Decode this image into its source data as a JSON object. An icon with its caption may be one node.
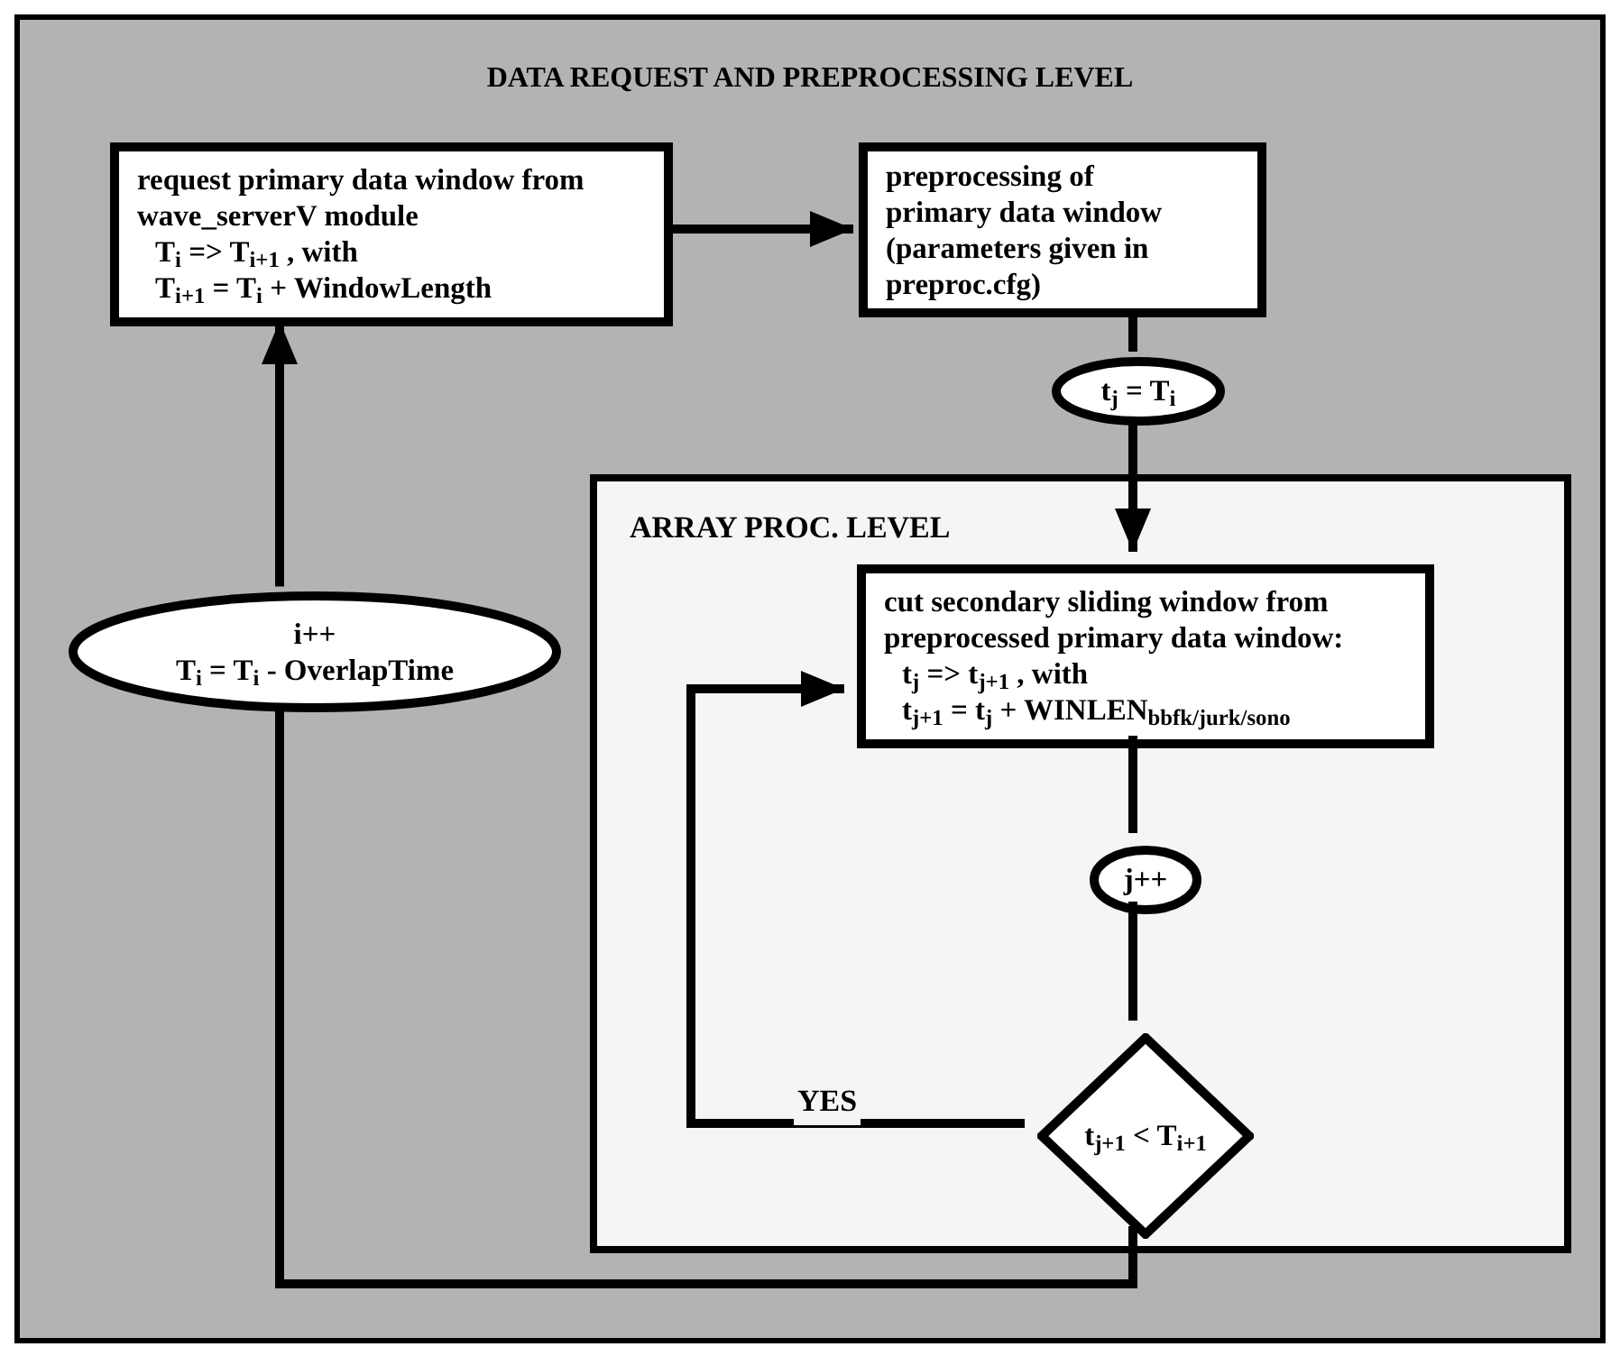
{
  "diagram": {
    "nodes": [
      {
        "text": [
          "DATA REQUEST AND PREPROCESSING LEVEL"
        ]
      },
      {
        "text": [
          "request primary data window from wave_serverV module",
          "T$_{i}$ => T$_{i+1}$ , with",
          "T$_{i+1}$ = T$_{i}$ + WindowLength"
        ],
        "in": 0
      },
      {
        "text": [
          "preprocessing of primary data window (parameters given in preproc.cfg)"
        ],
        "in": 0
      },
      {
        "text": [
          "t$_{j}$ = T$_{i}$"
        ],
        "in": 0
      },
      {
        "text": [
          "ARRAY PROC. LEVEL"
        ],
        "in": 0
      },
      {
        "text": [
          "cut secondary sliding window from preprocessed primary data window:",
          "t$_{j}$ => t$_{j+1}$ , with",
          "t$_{j+1}$ = t$_{j}$ + WINLEN$_{bbfk/jurk/sono}$"
        ],
        "in": 4
      },
      {
        "text": [
          "j++"
        ],
        "in": 4
      },
      {
        "text": [
          "t$_{j+1}$ < T$_{i+1}$"
        ],
        "in": 4
      },
      {
        "text": [
          "i++",
          "T$_{i}$ = T$_{i}$ - OverlapTime"
        ],
        "in": 0
      }
    ],
    "edges": [
      {
        "from": 1,
        "to": 2,
        "arrow": "to"
      },
      {
        "from": 2,
        "to": 3,
        "arrow": "none"
      },
      {
        "from": 3,
        "to": 5,
        "arrow": "to"
      },
      {
        "from": 5,
        "to": 6,
        "arrow": "none"
      },
      {
        "from": 6,
        "to": 7,
        "arrow": "none"
      },
      {
        "from": 7,
        "to": 5,
        "arrow": "to",
        "label": "YES"
      },
      {
        "from": 7,
        "to": 8,
        "arrow": "none"
      },
      {
        "from": 8,
        "to": 1,
        "arrow": "to"
      }
    ]
  }
}
